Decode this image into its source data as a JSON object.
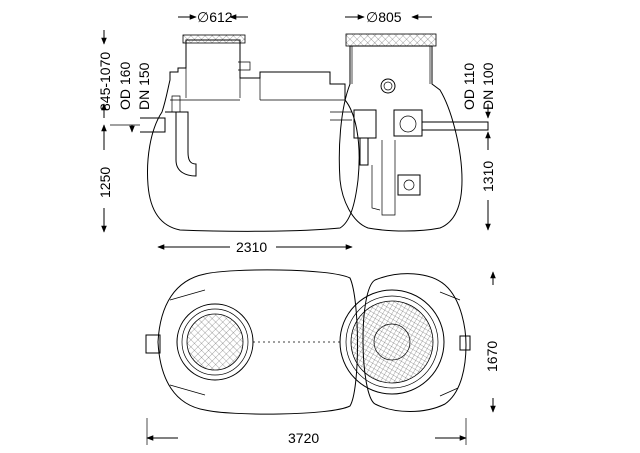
{
  "drawing": {
    "side_view": {
      "dims": {
        "d_left_inlet": "∅612",
        "d_right_inlet": "∅805",
        "height_cover": "845-1070",
        "inlet_od": "OD 160",
        "inlet_dn": "DN 150",
        "height_total": "1250",
        "length": "2310",
        "outlet_od": "OD 110",
        "outlet_dn": "DN 100",
        "height_right": "1310"
      }
    },
    "top_view": {
      "dims": {
        "width": "1670",
        "length": "3720"
      }
    }
  }
}
